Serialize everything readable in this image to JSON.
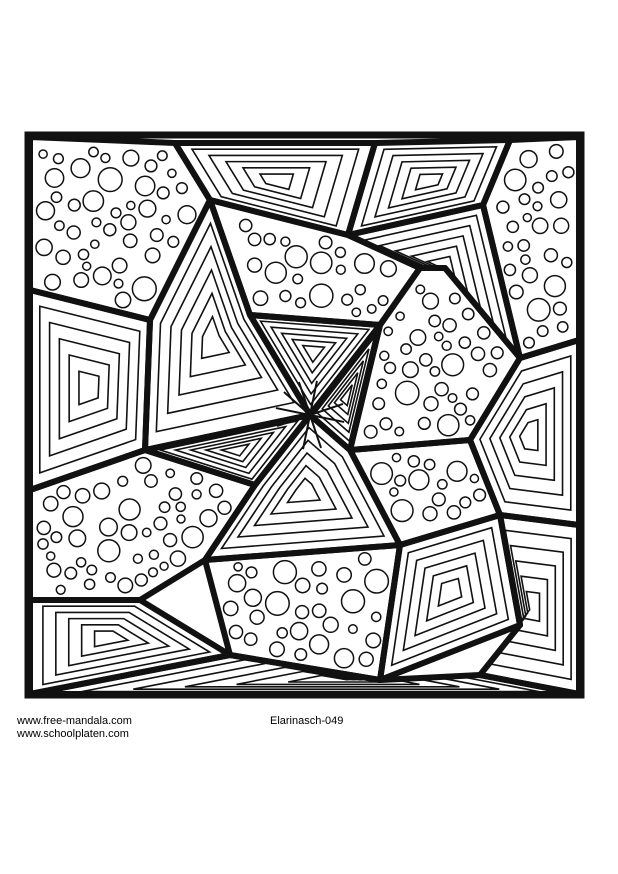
{
  "artwork": {
    "kind": "coloring page",
    "ink_color": "#111111",
    "paper_color": "#ffffff"
  },
  "footer": {
    "credit_lines": [
      "www.free-mandala.com",
      "www.schoolplaten.com"
    ],
    "title": "Elarinasch-049"
  }
}
